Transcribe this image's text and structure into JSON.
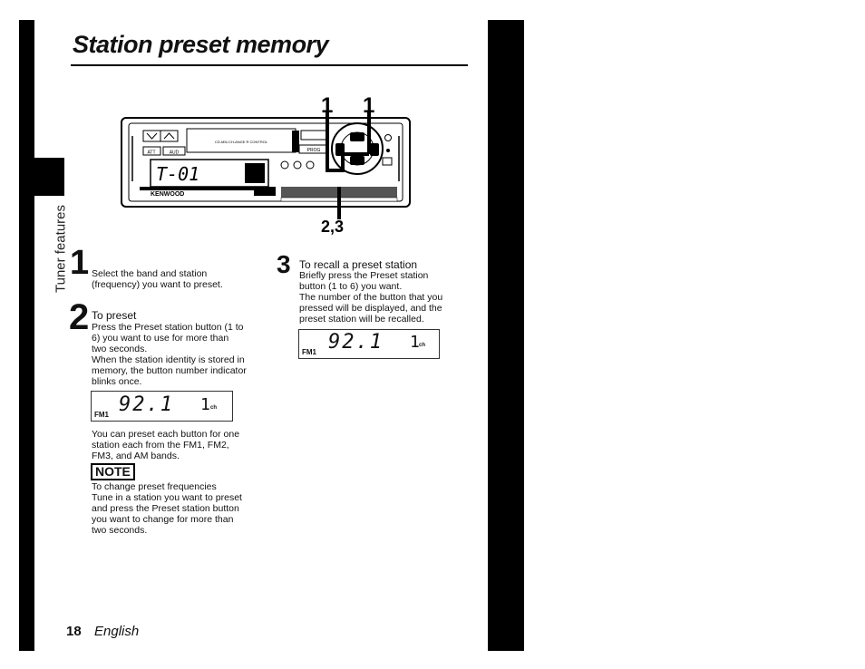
{
  "page": {
    "title": "Station preset memory",
    "side_label": "Tuner features",
    "footer_page": "18",
    "footer_lang": "English"
  },
  "diagram": {
    "callout_top_left": "1",
    "callout_top_right": "1",
    "callout_bottom": "2,3",
    "brand": "KENWOOD",
    "display_text": "T-01",
    "cd_label": "CD-M5I-CH-ANGE R CONTROL",
    "btn_att": "ATT",
    "btn_aud": "AUD",
    "btn_prog": "PROG"
  },
  "step1": {
    "number": "1",
    "text_line1": "Select the band and station",
    "text_line2": "(frequency) you want to preset."
  },
  "step2": {
    "number": "2",
    "heading": "To preset",
    "lines": [
      "Press the Preset station button (1 to",
      "6) you want to use for more than",
      "two seconds.",
      "When the station identity is stored in",
      "memory, the button number indicator",
      "blinks once."
    ],
    "lcd_freq": "92.1",
    "lcd_band": "FM1",
    "lcd_indicator": "1",
    "lcd_ch": "ch"
  },
  "info": {
    "lines": [
      "You can preset each button for one",
      "station each from the FM1, FM2,",
      "FM3, and AM bands."
    ]
  },
  "note": {
    "label": "NOTE",
    "heading": "To change preset frequencies",
    "lines": [
      "Tune in a station you want to preset",
      "and press the Preset station button",
      "you want to change for more than",
      "two seconds."
    ]
  },
  "step3": {
    "number": "3",
    "heading": "To recall a preset station",
    "lines": [
      "Briefly press the Preset station",
      "button (1 to 6) you want.",
      "The number of the button that you",
      "pressed will be displayed, and the",
      "preset station will be recalled."
    ],
    "lcd_freq": "92.1",
    "lcd_band": "FM1",
    "lcd_indicator": "1",
    "lcd_ch": "ch"
  }
}
